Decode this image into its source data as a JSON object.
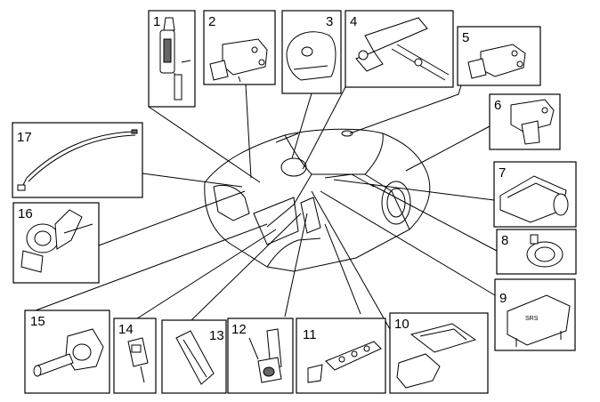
{
  "diagram": {
    "callouts": [
      "1",
      "2",
      "3",
      "4",
      "5",
      "6",
      "7",
      "8",
      "9",
      "10",
      "11",
      "12",
      "13",
      "14",
      "15",
      "16",
      "17"
    ],
    "part9_label": "SRS"
  }
}
